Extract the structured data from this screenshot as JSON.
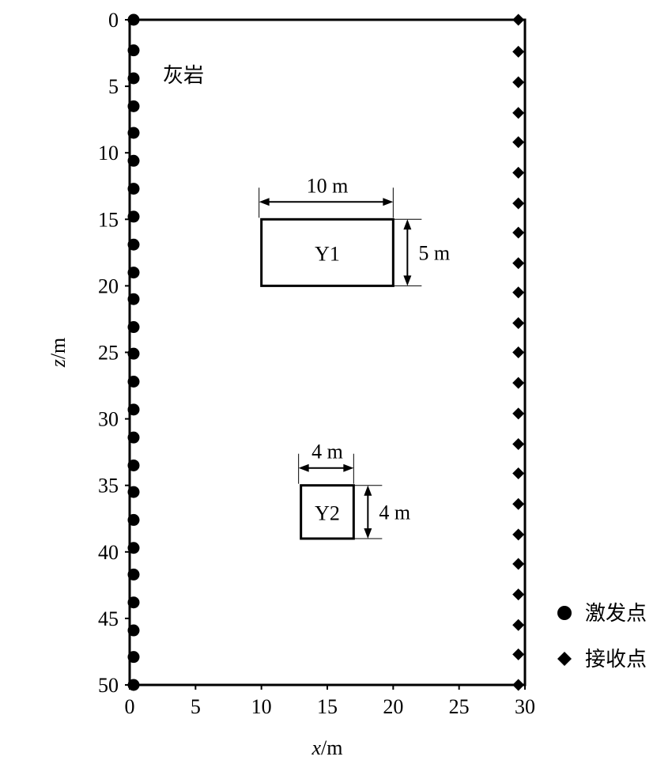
{
  "diagram": {
    "x_label_var": "x",
    "x_label_unit": "/m",
    "y_label_var": "z",
    "y_label_unit": "/m",
    "x_ticks": [
      0,
      5,
      10,
      15,
      20,
      25,
      30
    ],
    "y_ticks": [
      0,
      5,
      10,
      15,
      20,
      25,
      30,
      35,
      40,
      45,
      50
    ],
    "medium_label": "灰岩",
    "anomalies": [
      {
        "label": "Y1",
        "x0": 10,
        "x1": 20,
        "z0": 15,
        "z1": 20,
        "width_label": "10 m",
        "height_label": "5 m"
      },
      {
        "label": "Y2",
        "x0": 13,
        "x1": 17,
        "z0": 35,
        "z1": 39,
        "width_label": "4 m",
        "height_label": "4 m"
      }
    ],
    "sources": {
      "x": 0.3,
      "z": [
        0,
        2.3,
        4.4,
        6.5,
        8.5,
        10.6,
        12.7,
        14.8,
        16.9,
        19.0,
        21.0,
        23.1,
        25.1,
        27.2,
        29.3,
        31.4,
        33.5,
        35.5,
        37.6,
        39.7,
        41.7,
        43.8,
        45.9,
        47.9,
        50
      ]
    },
    "receivers": {
      "x": 29.5,
      "z": [
        0,
        2.4,
        4.7,
        7.0,
        9.2,
        11.5,
        13.8,
        16.0,
        18.3,
        20.5,
        22.8,
        25.0,
        27.3,
        29.6,
        31.9,
        34.1,
        36.4,
        38.7,
        40.9,
        43.2,
        45.5,
        47.7,
        50
      ]
    },
    "legend": [
      {
        "marker": "circle",
        "label": "激发点"
      },
      {
        "marker": "diamond",
        "label": "接收点"
      }
    ]
  }
}
